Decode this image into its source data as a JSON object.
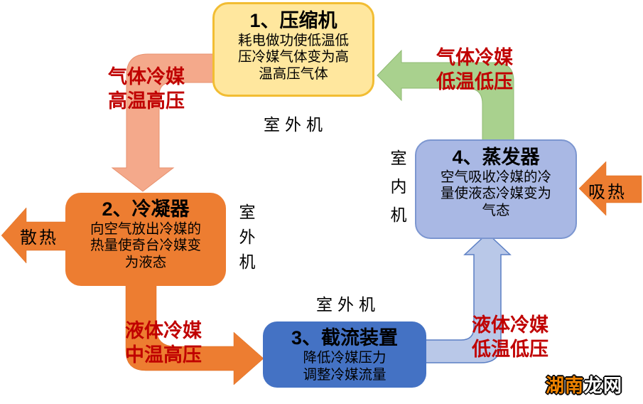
{
  "diagram": {
    "boxes": [
      {
        "id": "compressor",
        "title": "1、压缩机",
        "body": "耗电做功使低温低压冷媒气体变为高温高压气体"
      },
      {
        "id": "condenser",
        "title": "2、冷凝器",
        "body": "向空气放出冷媒的热量使奇台冷媒变为液态"
      },
      {
        "id": "throttle",
        "title": "3、截流装置",
        "body_lines": [
          "降低冷媒压力",
          "调整冷媒流量"
        ]
      },
      {
        "id": "evaporator",
        "title": "4、蒸发器",
        "body": "空气吸收冷媒的冷量使液态冷媒变为气态"
      }
    ],
    "unit_labels": [
      {
        "text": "室外机",
        "position": "below-compressor"
      },
      {
        "text": "室外机",
        "position": "right-of-condenser"
      },
      {
        "text": "室外机",
        "position": "above-throttle"
      },
      {
        "text": "室内机",
        "position": "left-of-evaporator"
      }
    ],
    "flow_labels": [
      {
        "line1": "气体冷媒",
        "line2": "高温高压",
        "from": "compressor",
        "to": "condenser"
      },
      {
        "line1": "气体冷媒",
        "line2": "低温低压",
        "from": "evaporator",
        "to": "compressor"
      },
      {
        "line1": "液体冷媒",
        "line2": "中温高压",
        "from": "condenser",
        "to": "throttle"
      },
      {
        "line1": "液体冷媒",
        "line2": "低温低压",
        "from": "throttle",
        "to": "evaporator"
      }
    ],
    "arrow_labels": {
      "dissipate": "散热",
      "absorb": "吸热"
    },
    "watermark": {
      "part1": "湖南",
      "part2": "龙网"
    },
    "colors": {
      "compressor_fill": "#FFE79E",
      "compressor_border": "#F2BD33",
      "condenser_fill": "#ED7D31",
      "throttle_fill": "#4472C4",
      "evaporator_fill": "#A9B8E4",
      "evaporator_border": "#7C96D0",
      "arrow_salmon": "#F4A98B",
      "arrow_green": "#A9D18E",
      "arrow_blue": "#B9C8E8",
      "arrow_blue_border": "#5B7FC4",
      "arrow_orange": "#ED7D31",
      "flow_label_red": "#C00000",
      "watermark_orange": "#F08300"
    }
  }
}
